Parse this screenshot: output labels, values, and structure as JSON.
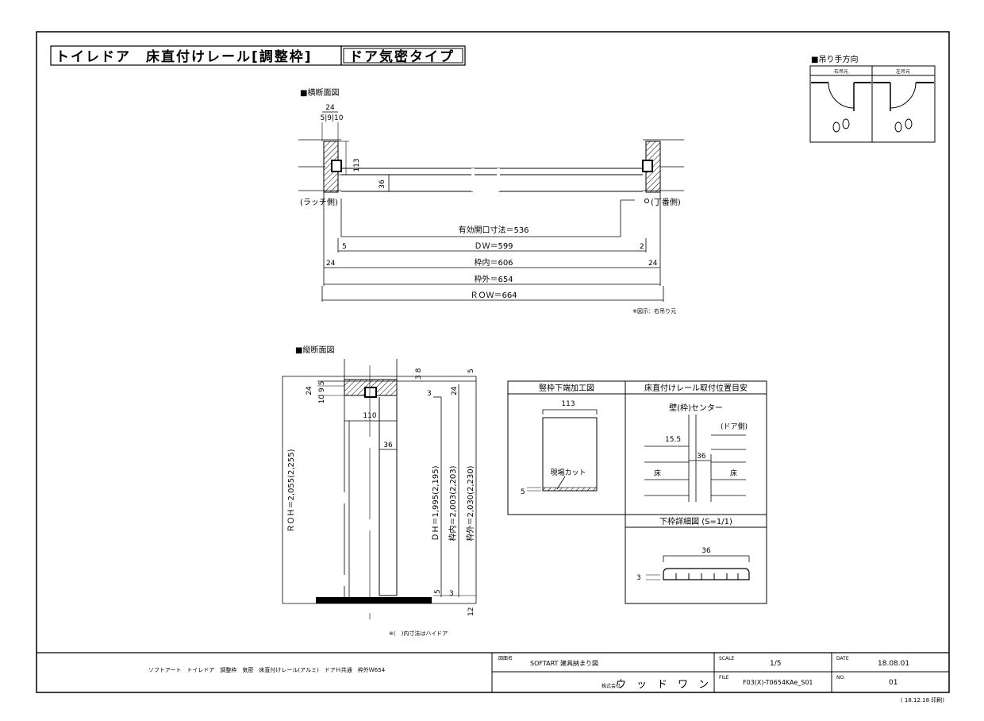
{
  "title": {
    "main": "トイレドア　床直付けレール[調整枠]",
    "badge": "ドア気密タイプ"
  },
  "swing": {
    "heading": "■吊り手方向",
    "right": "右吊元",
    "left": "左吊元"
  },
  "plan": {
    "heading": "■横断面図",
    "dim_24": "24",
    "dim_5_9_10": "5|9|10",
    "dim_113": "113",
    "dim_36": "36",
    "latch_side": "(ラッチ側)",
    "hinge_side": "(丁番側)",
    "dim_5": "5",
    "dim_2": "2",
    "dim_24_left": "24",
    "dim_24_right": "24",
    "effective_opening": "有効開口寸法＝536",
    "dw": "ＤＷ＝599",
    "frame_inner": "枠内＝606",
    "frame_outer": "枠外＝654",
    "row": "ＲＯＷ＝664",
    "note": "※図示：右吊り元"
  },
  "section": {
    "heading": "■縦断面図",
    "dim_5_top": "5",
    "dim_3_8": "3 8",
    "dim_24_left": "24",
    "dim_10_9_5": "10 9 5",
    "dim_3": "3",
    "dim_24": "24",
    "dim_110": "110",
    "dim_36": "36",
    "roh": "ＲＯＨ＝2,055(2,255)",
    "dh": "ＤＨ＝1,995(2,195)",
    "frame_inner": "枠内＝2,003(2,203)",
    "frame_outer": "枠外＝2,030(2,230)",
    "dim_5_bottom": "5",
    "dim_3_bottom": "3",
    "dim_12": "12",
    "note": "※(　)内寸法はハイドア"
  },
  "detail": {
    "bottom_process_title": "竪枠下端加工図",
    "bottom_process_113": "113",
    "site_cut": "現場カット",
    "bottom_process_5": "5",
    "rail_position_title": "床直付けレール取付位置目安",
    "wall_center": "壁(枠)センター",
    "door_side": "(ドア側)",
    "dim_15_5": "15.5",
    "dim_36": "36",
    "floor_left": "床",
    "floor_right": "床",
    "lower_frame_title": "下枠詳細図 (S=1/1)",
    "lower_frame_36": "36",
    "lower_frame_3": "3"
  },
  "titleblock": {
    "description": "ソフトアート　トイレドア　調整枠　気密　床直付けレール(アルミ)　ドアＨ共通　枠外Ｗ654",
    "drawing_label": "図面名",
    "drawing_name": "SOFTART 建具納まり図",
    "company_label": "株式会社",
    "company": "ウ　ッ　ド　ワ　ン",
    "scale_label": "SCALE",
    "scale": "1/5",
    "file_label": "FILE",
    "file": "F03(X)-T0654KAe_S01",
    "date_label": "DATE",
    "date": "18.08.01",
    "no_label": "NO.",
    "no": "01",
    "printed": "( 18.12.18 印刷)"
  }
}
